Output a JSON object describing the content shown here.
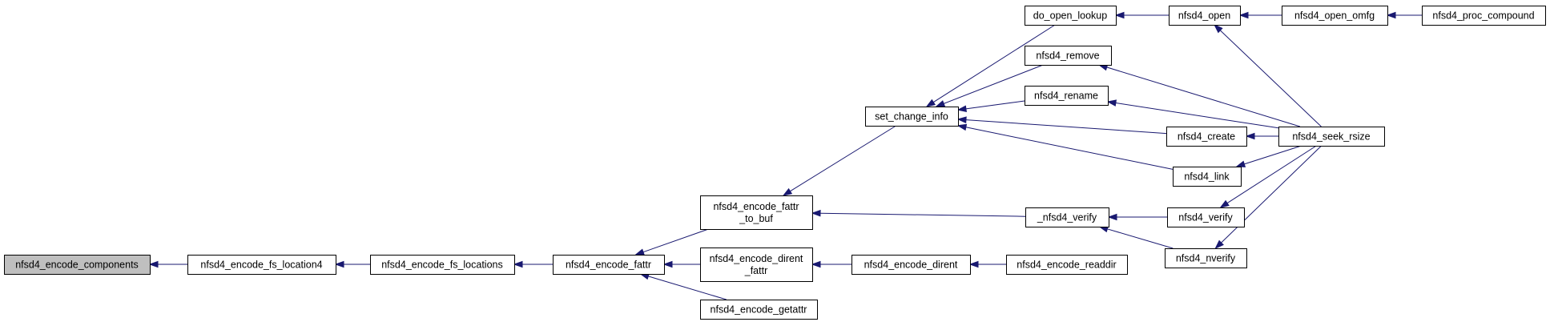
{
  "colors": {
    "edge": "#191970",
    "node_fill": "#ffffff",
    "node_highlight_fill": "#bfbfbf",
    "node_border": "#000000"
  },
  "nodes": [
    {
      "id": "n0",
      "lines": [
        "nfsd4_encode_components"
      ],
      "highlight": true
    },
    {
      "id": "n1",
      "lines": [
        "nfsd4_encode_fs_location4"
      ]
    },
    {
      "id": "n2",
      "lines": [
        "nfsd4_encode_fs_locations"
      ]
    },
    {
      "id": "n3",
      "lines": [
        "nfsd4_encode_fattr"
      ]
    },
    {
      "id": "n4",
      "lines": [
        "nfsd4_encode_fattr",
        "_to_buf"
      ]
    },
    {
      "id": "n5",
      "lines": [
        "nfsd4_encode_dirent",
        "_fattr"
      ]
    },
    {
      "id": "n6",
      "lines": [
        "nfsd4_encode_getattr"
      ]
    },
    {
      "id": "n7",
      "lines": [
        "set_change_info"
      ]
    },
    {
      "id": "n8",
      "lines": [
        "_nfsd4_verify"
      ]
    },
    {
      "id": "n9",
      "lines": [
        "nfsd4_encode_dirent"
      ]
    },
    {
      "id": "n10",
      "lines": [
        "do_open_lookup"
      ]
    },
    {
      "id": "n11",
      "lines": [
        "nfsd4_remove"
      ]
    },
    {
      "id": "n12",
      "lines": [
        "nfsd4_rename"
      ]
    },
    {
      "id": "n13",
      "lines": [
        "nfsd4_create"
      ]
    },
    {
      "id": "n14",
      "lines": [
        "nfsd4_link"
      ]
    },
    {
      "id": "n15",
      "lines": [
        "nfsd4_verify"
      ]
    },
    {
      "id": "n16",
      "lines": [
        "nfsd4_nverify"
      ]
    },
    {
      "id": "n17",
      "lines": [
        "nfsd4_encode_readdir"
      ]
    },
    {
      "id": "n18",
      "lines": [
        "nfsd4_open"
      ]
    },
    {
      "id": "n19",
      "lines": [
        "nfsd4_seek_rsize"
      ]
    },
    {
      "id": "n20",
      "lines": [
        "nfsd4_open_omfg"
      ]
    },
    {
      "id": "n21",
      "lines": [
        "nfsd4_proc_compound"
      ]
    }
  ],
  "edges": [
    {
      "from": "n1",
      "to": "n0"
    },
    {
      "from": "n2",
      "to": "n1"
    },
    {
      "from": "n3",
      "to": "n2"
    },
    {
      "from": "n4",
      "to": "n3"
    },
    {
      "from": "n5",
      "to": "n3"
    },
    {
      "from": "n6",
      "to": "n3"
    },
    {
      "from": "n7",
      "to": "n4"
    },
    {
      "from": "n8",
      "to": "n4"
    },
    {
      "from": "n9",
      "to": "n5"
    },
    {
      "from": "n10",
      "to": "n7"
    },
    {
      "from": "n11",
      "to": "n7"
    },
    {
      "from": "n12",
      "to": "n7"
    },
    {
      "from": "n13",
      "to": "n7"
    },
    {
      "from": "n14",
      "to": "n7"
    },
    {
      "from": "n15",
      "to": "n8"
    },
    {
      "from": "n16",
      "to": "n8"
    },
    {
      "from": "n17",
      "to": "n9"
    },
    {
      "from": "n18",
      "to": "n10"
    },
    {
      "from": "n19",
      "to": "n11"
    },
    {
      "from": "n19",
      "to": "n12"
    },
    {
      "from": "n19",
      "to": "n13"
    },
    {
      "from": "n19",
      "to": "n14"
    },
    {
      "from": "n19",
      "to": "n15"
    },
    {
      "from": "n19",
      "to": "n16"
    },
    {
      "from": "n19",
      "to": "n18"
    },
    {
      "from": "n20",
      "to": "n18"
    },
    {
      "from": "n21",
      "to": "n20"
    }
  ]
}
